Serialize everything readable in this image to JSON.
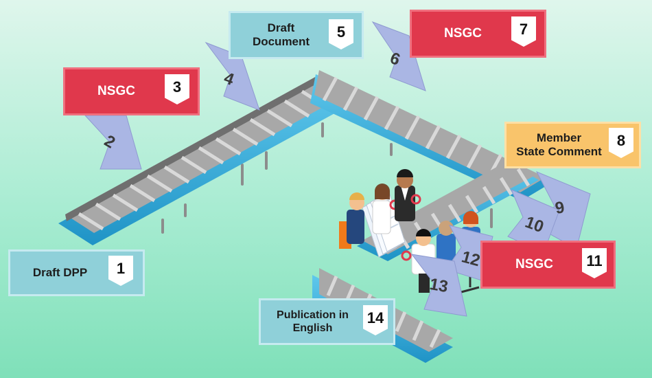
{
  "steps": [
    {
      "num": "1",
      "label": "Draft DPP"
    },
    {
      "num": "2"
    },
    {
      "num": "3",
      "label": "NSGC"
    },
    {
      "num": "4"
    },
    {
      "num": "5",
      "label_l1": "Draft",
      "label_l2": "Document"
    },
    {
      "num": "6"
    },
    {
      "num": "7",
      "label": "NSGC"
    },
    {
      "num": "8",
      "label_l1": "Member",
      "label_l2": "State Comment"
    },
    {
      "num": "9"
    },
    {
      "num": "10"
    },
    {
      "num": "11",
      "label": "NSGC"
    },
    {
      "num": "12"
    },
    {
      "num": "13"
    },
    {
      "num": "14",
      "label_l1": "Publication in",
      "label_l2": "English"
    }
  ],
  "colors": {
    "teal": "#8fd0d9",
    "red": "#e0384c",
    "gold": "#f9c46b",
    "flag": "#aab6e4",
    "conveyor_rail": "#29a8d8",
    "belt": "#9b9b9b"
  }
}
